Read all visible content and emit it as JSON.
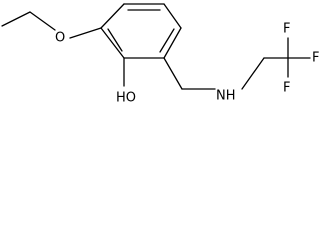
{
  "molecule": {
    "atom_labels": {
      "oxygen_ether": "O",
      "hydroxyl": "HO",
      "amine": "NH",
      "fluorine_top": "F",
      "fluorine_right": "F",
      "fluorine_bottom": "F"
    },
    "colors": {
      "bond": "#000000",
      "text": "#000000",
      "background": "#ffffff"
    }
  }
}
